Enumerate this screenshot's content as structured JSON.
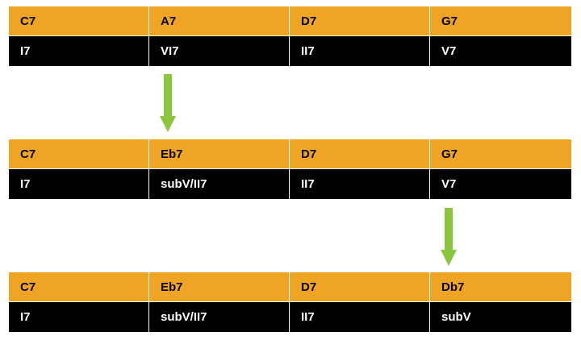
{
  "tables": [
    {
      "chords": [
        "C7",
        "A7",
        "D7",
        "G7"
      ],
      "degrees": [
        "I7",
        "VI7",
        "II7",
        "V7"
      ]
    },
    {
      "chords": [
        "C7",
        "Eb7",
        "D7",
        "G7"
      ],
      "degrees": [
        "I7",
        "subV/II7",
        "II7",
        "V7"
      ]
    },
    {
      "chords": [
        "C7",
        "Eb7",
        "D7",
        "Db7"
      ],
      "degrees": [
        "I7",
        "subV/II7",
        "II7",
        "subV"
      ]
    }
  ],
  "colors": {
    "chord_row": "#f0a424",
    "degree_row": "#000000",
    "arrow": "#8cc63f"
  },
  "arrows": [
    {
      "from_table": 1,
      "to_table": 2,
      "column": 2,
      "icon": "down-arrow-icon"
    },
    {
      "from_table": 2,
      "to_table": 3,
      "column": 4,
      "icon": "down-arrow-icon"
    }
  ]
}
